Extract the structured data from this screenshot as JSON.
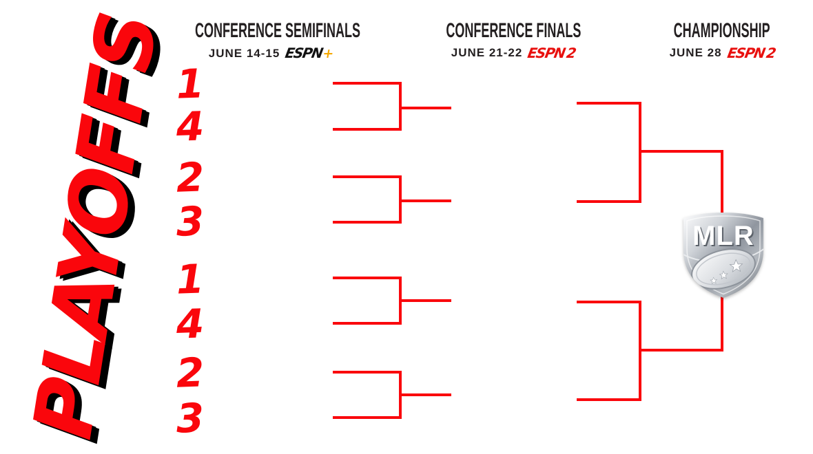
{
  "wordmark": "PLAYOFFS",
  "rounds": [
    {
      "title": "CONFERENCE SEMIFINALS",
      "date": "JUNE 14-15",
      "network": {
        "name": "ESPN",
        "suffix": "+"
      }
    },
    {
      "title": "CONFERENCE FINALS",
      "date": "JUNE 21-22",
      "network": {
        "name": "ESPN",
        "suffix": "2"
      }
    },
    {
      "title": "CHAMPIONSHIP",
      "date": "JUNE 28",
      "network": {
        "name": "ESPN",
        "suffix": "2"
      }
    }
  ],
  "seeds": [
    "1",
    "4",
    "2",
    "3",
    "1",
    "4",
    "2",
    "3"
  ],
  "logo": {
    "text": "MLR"
  },
  "colors": {
    "bracket_red": "#FA060C",
    "header_dark": "#231F20",
    "espn_black": "#121212",
    "espn_plus_yellow": "#F5A800",
    "espn_red": "#E8100E"
  }
}
